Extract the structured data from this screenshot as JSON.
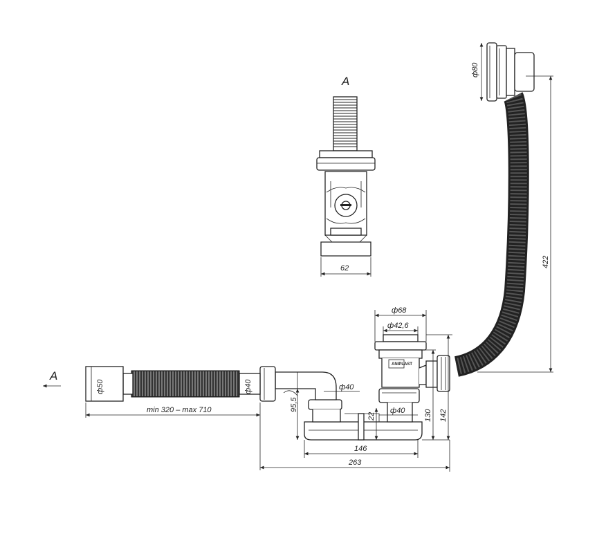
{
  "labels": {
    "view_marker": "A",
    "section_marker": "A"
  },
  "dimensions": {
    "overflow_diameter": "ф80",
    "hose_length": "422",
    "view_a_width": "62",
    "plug_outer_diameter": "ф68",
    "plug_inner_diameter": "ф42,6",
    "outlet_diameter": "ф50",
    "outlet_adapter_diameter": "ф40",
    "extension_range": "min 320 – max 710",
    "trap_pipe_diameter": "ф40",
    "drain_pipe_diameter": "ф40",
    "height_95": "95,5",
    "height_22": "22",
    "height_130": "130",
    "height_142": "142",
    "width_146": "146",
    "width_263": "263"
  },
  "brand_mark": "ANIPLAST"
}
